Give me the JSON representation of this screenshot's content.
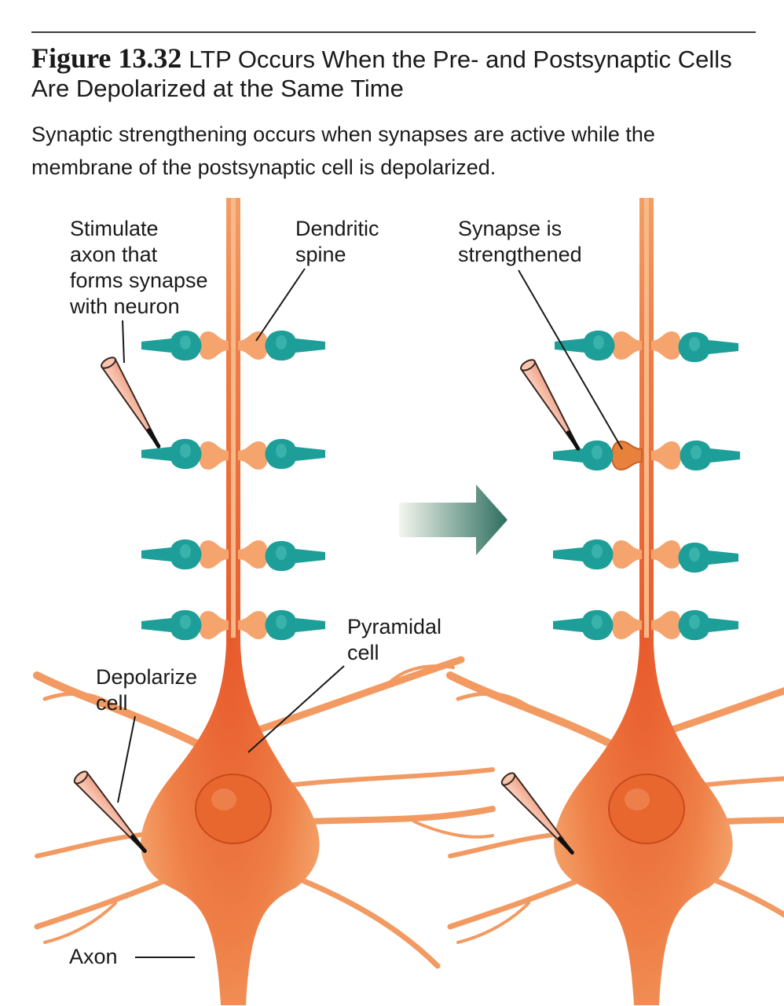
{
  "figure": {
    "number": "Figure 13.32",
    "title": "LTP Occurs When the Pre- and Postsynaptic Cells Are Depolarized at the Same Time",
    "caption": "Synaptic strengthening occurs when synapses are active while the membrane of the postsynaptic cell is depolarized."
  },
  "labels": {
    "stimulate": "Stimulate\naxon that\nforms synapse\nwith neuron",
    "dendritic_spine": "Dendritic\nspine",
    "synapse_strengthened": "Synapse is\nstrengthened",
    "pyramidal_cell": "Pyramidal\ncell",
    "depolarize_cell": "Depolarize\ncell",
    "axon": "Axon"
  },
  "colors": {
    "neuron": "#f2955e",
    "neuron_dark": "#e4572c",
    "terminal": "#1e9e98",
    "strengthened_spine": "#e8813c",
    "electrode": "#f5b9a3",
    "arrow": "#2d6e5f"
  }
}
